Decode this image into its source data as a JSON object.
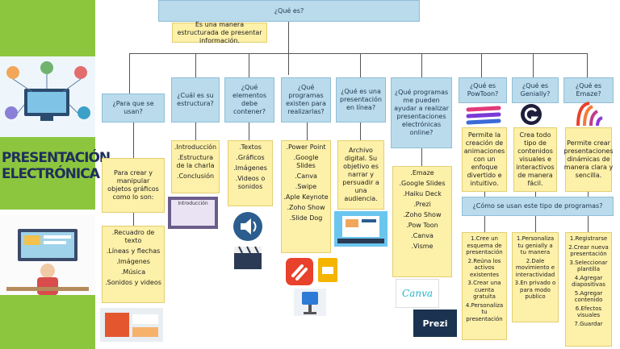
{
  "sidebar": {
    "title": "PRESENTACIÓN ELECTRÓNICA"
  },
  "root": {
    "question": "¿Qué es?",
    "answer": "Es una manera estructurada de presentar información."
  },
  "branches": [
    {
      "question": "¿Para que se usan?",
      "answer": "Para crear y manipular objetos gráficos como lo son:",
      "items": [
        ".Recuadro de texto",
        ".Líneas y flechas",
        ".Imágenes",
        ".Música",
        ".Sonidos y videos"
      ]
    },
    {
      "question": "¿Cuál es su estructura?",
      "items": [
        ".Introducción",
        ".Estructura de la charla",
        ".Conclusión"
      ]
    },
    {
      "question": "¿Qué elementos debe contener?",
      "items": [
        ".Textos",
        ".Gráficos",
        ".Imágenes",
        ".Videos o sonidos"
      ]
    },
    {
      "question": "¿Qué programas existen para realizarlas?",
      "items": [
        ".Power Point",
        ".Google Slides",
        ".Canva",
        ".Swipe",
        ".Aple Keynote",
        ".Zoho Show",
        ".Slide Dog"
      ]
    },
    {
      "question": "¿Qué es una presentación en línea?",
      "answer": "Archivo digital. Su objetivo es narrar y persuadir a una audiencia."
    },
    {
      "question": "¿Qué programas me pueden ayudar a realizar presentaciones electrónicas online?",
      "items": [
        ".Emaze",
        ".Google Slides",
        ".Haiku Deck",
        ".Prezi",
        ".Zoho Show",
        ".Pow Toon",
        ".Canva",
        ".Visme"
      ]
    },
    {
      "question": "¿Qué es PowToon?",
      "answer": "Permite la creación de animaciones con un enfoque divertido e intuitivo."
    },
    {
      "question": "¿Qué es Genially?",
      "answer": "Crea todo tipo de contenidos visuales e interactivos de manera fácil."
    },
    {
      "question": "¿Qué es Emaze?",
      "answer": "Permite crear presentaciones dinámicas de manera clara y sencilla."
    }
  ],
  "usage": {
    "question": "¿Cómo se usan este tipo de programas?",
    "powtoon_steps": [
      "1.Cree un esquema de presentación",
      "2.Reúna los activos existentes",
      "3.Crear una cuenta gratuita",
      "4.Personaliza tu presentación"
    ],
    "genially_steps": [
      "1.Personaliza tu genially a tu manera",
      "2.Dale movimiento e interactividad",
      "3.En privado o para modo publico"
    ],
    "emaze_steps": [
      "1.Registrarse",
      "2.Crear nueva presentación",
      "3.Seleccionar plantilla",
      "4.Agregar diapositivas",
      "5.Agregar contenido",
      "6.Efectos visuales",
      "7.Guardar"
    ]
  },
  "images": {
    "slide_thumb_label": "Introducción",
    "canva_logo": "Canva",
    "prezi_logo": "Prezi"
  },
  "colors": {
    "question_box": "#b9dbeb",
    "answer_box": "#fdf0a8",
    "sidebar_green": "#8cc63f",
    "title_navy": "#1f2f5a"
  }
}
